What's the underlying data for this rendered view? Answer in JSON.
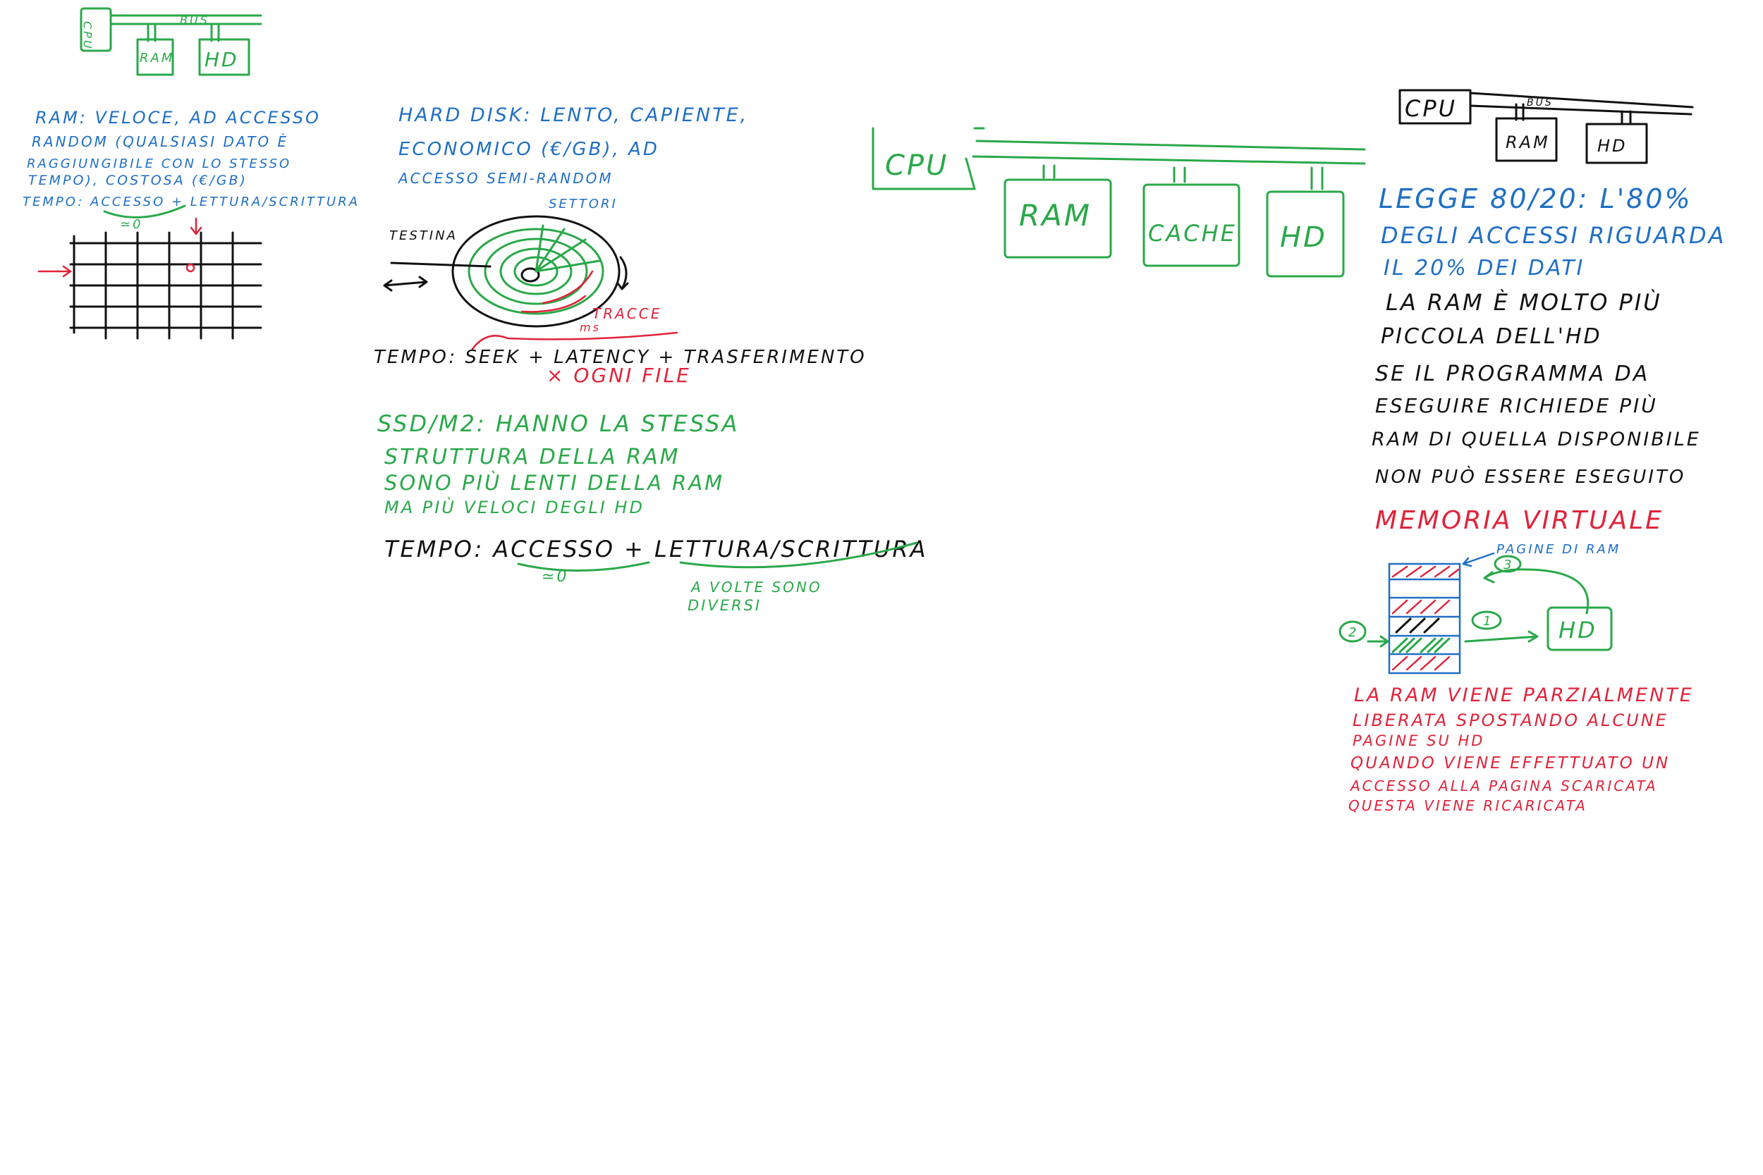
{
  "colors": {
    "blue": "#1f6fc5",
    "green": "#2aa84a",
    "red": "#e0233a",
    "black": "#111111"
  },
  "diagram1": {
    "cpu": "CPU",
    "bus": "BUS",
    "ram": "RAM",
    "hd": "HD"
  },
  "ram_notes": {
    "line1": "RAM: VELOCE, AD ACCESSO",
    "line2": "RANDOM (QUALSIASI DATO È",
    "line3": "RAGGIUNGIBILE CON LO STESSO",
    "line4": "TEMPO), COSTOSA (€/GB)",
    "line5": "TEMPO: ACCESSO + LETTURA/SCRITTURA",
    "approx": "≃0"
  },
  "hd_notes": {
    "line1": "HARD DISK: LENTO, CAPIENTE,",
    "line2": "ECONOMICO (€/GB), AD",
    "line3": "ACCESSO SEMI-RANDOM",
    "settori": "SETTORI",
    "testina": "TESTINA",
    "tracce": "TRACCE",
    "ms": "ms",
    "tempo": "TEMPO: SEEK + LATENCY + TRASFERIMENTO",
    "ogni_file": "× OGNI FILE"
  },
  "ssd_notes": {
    "line1": "SSD/M2: HANNO LA STESSA",
    "line2": "STRUTTURA DELLA RAM",
    "line3": "SONO PIÙ LENTI DELLA RAM",
    "line4": "MA PIÙ VELOCI DEGLI HD",
    "tempo": "TEMPO: ACCESSO + LETTURA/SCRITTURA",
    "approx": "≃0",
    "a_volte": "A VOLTE SONO",
    "diversi": "DIVERSI"
  },
  "diagram2": {
    "cpu": "CPU",
    "ram": "RAM",
    "cache": "CACHE",
    "hd": "HD"
  },
  "diagram3": {
    "cpu": "CPU",
    "bus": "BUS",
    "ram": "RAM",
    "hd": "HD"
  },
  "right_notes": {
    "legge1": "LEGGE 80/20: L'80%",
    "legge2": "DEGLI ACCESSI RIGUARDA",
    "legge3": "IL 20% DEI DATI",
    "b1": "LA RAM È MOLTO PIÙ",
    "b2": "PICCOLA DELL'HD",
    "b3": "SE IL PROGRAMMA DA",
    "b4": "ESEGUIRE RICHIEDE PIÙ",
    "b5": "RAM DI QUELLA DISPONIBILE",
    "b6": "NON PUÒ ESSERE ESEGUITO",
    "memoria": "MEMORIA VIRTUALE",
    "pagine": "PAGINE DI RAM",
    "step1": "1",
    "step2": "2",
    "step3": "3",
    "hd": "HD",
    "r1": "LA RAM VIENE PARZIALMENTE",
    "r2": "LIBERATA SPOSTANDO ALCUNE",
    "r3": "PAGINE SU HD",
    "r4": "QUANDO VIENE EFFETTUATO UN",
    "r5": "ACCESSO ALLA PAGINA SCARICATA",
    "r6": "QUESTA VIENE RICARICATA"
  }
}
